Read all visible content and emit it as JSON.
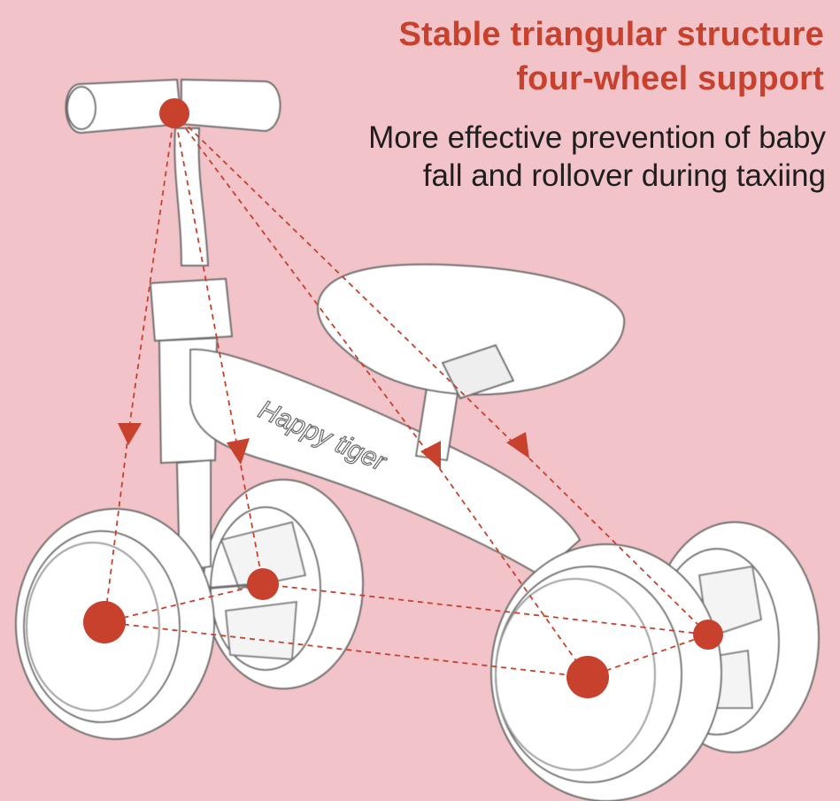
{
  "headline": {
    "line1": "Stable triangular structure",
    "line2": "four-wheel support"
  },
  "description": {
    "line1": "More effective prevention of baby",
    "line2": "fall and rollover during taxiing"
  },
  "bike_branding": "Happy tiger",
  "colors": {
    "background": "#f2c3c8",
    "accent_red": "#c8412d",
    "sketch_line": "#6b6b6b",
    "body_text": "#1e1e1e"
  },
  "icons": [
    "balance-point-marker",
    "direction-arrow"
  ]
}
